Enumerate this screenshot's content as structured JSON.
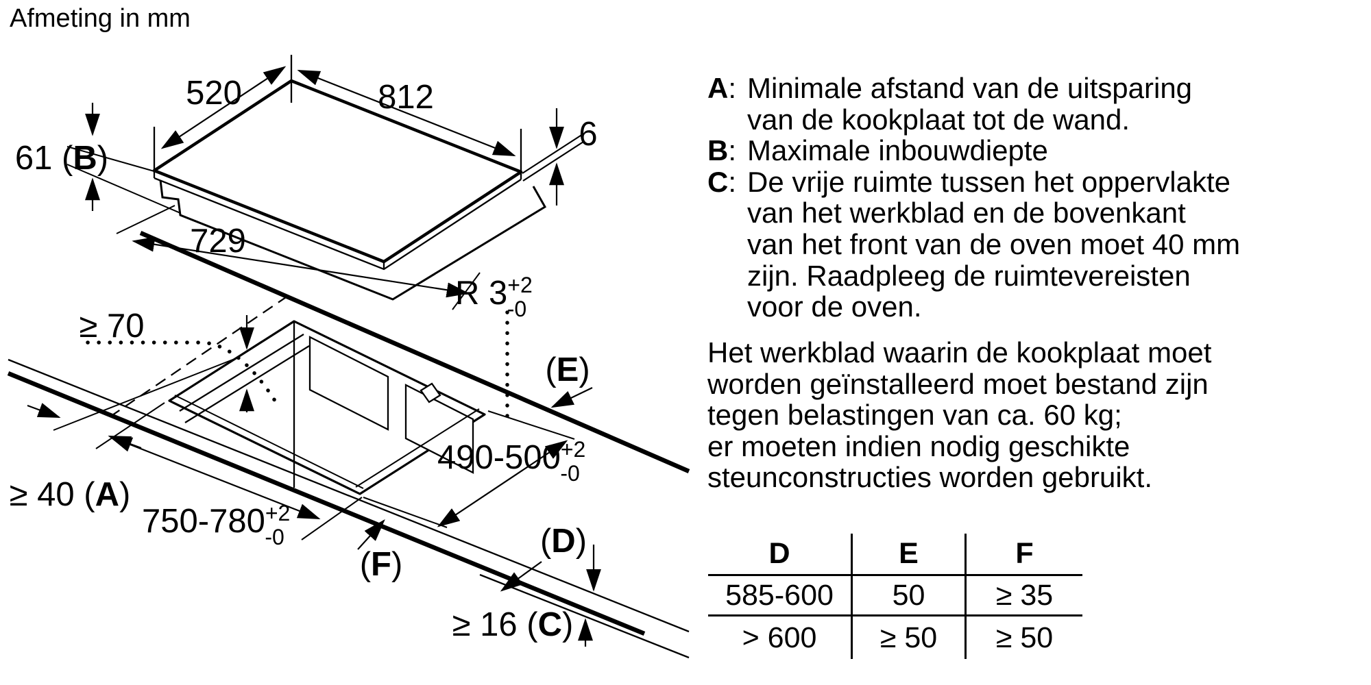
{
  "title": "Afmeting in mm",
  "diagram": {
    "labels": {
      "d520": "520",
      "d812": "812",
      "d6": "6",
      "d61_pre": "61 (",
      "d61_key": "B",
      "d61_post": ")",
      "d729": "729",
      "ge70": "≥ 70",
      "r3_main": "R 3",
      "r3_sup": "+2",
      "r3_sub": "-0",
      "ge40_pre": "≥ 40 (",
      "ge40_key": "A",
      "ge40_post": ")",
      "d750_main": "750-780",
      "d750_sup": "+2",
      "d750_sub": "-0",
      "d490_main": "490-500",
      "d490_sup": "+2",
      "d490_sub": "-0",
      "e_pre": "(",
      "e_key": "E",
      "e_post": ")",
      "d_pre": "(",
      "d_key": "D",
      "d_post": ")",
      "f_pre": "(",
      "f_key": "F",
      "f_post": ")",
      "ge16_pre": "≥ 16 (",
      "ge16_key": "C",
      "ge16_post": ")"
    }
  },
  "notes_colon": ":",
  "notes_lines": [
    {
      "key": "A",
      "text": "Minimale afstand van de uitsparing"
    },
    {
      "key": "",
      "text": "van de kookplaat tot de wand."
    },
    {
      "key": "B",
      "text": "Maximale inbouwdiepte"
    },
    {
      "key": "C",
      "text": "De vrije ruimte tussen het oppervlakte"
    },
    {
      "key": "",
      "text": "van het werkblad en de bovenkant"
    },
    {
      "key": "",
      "text": "van het front van de oven moet 40 mm"
    },
    {
      "key": "",
      "text": "zijn. Raadpleeg de ruimtevereisten"
    },
    {
      "key": "",
      "text": "voor de oven."
    }
  ],
  "paragraph_lines": [
    "Het werkblad waarin de kookplaat moet",
    "worden geïnstalleerd moet bestand zijn",
    "tegen belastingen van ca. 60 kg;",
    "er moeten indien nodig geschikte",
    "steunconstructies worden gebruikt."
  ],
  "table": {
    "headers": [
      "D",
      "E",
      "F"
    ],
    "rows": [
      [
        "585-600",
        "50",
        "≥ 35"
      ],
      [
        "> 600",
        "≥ 50",
        "≥ 50"
      ]
    ]
  },
  "colors": {
    "ink": "#000000",
    "background": "#ffffff"
  }
}
